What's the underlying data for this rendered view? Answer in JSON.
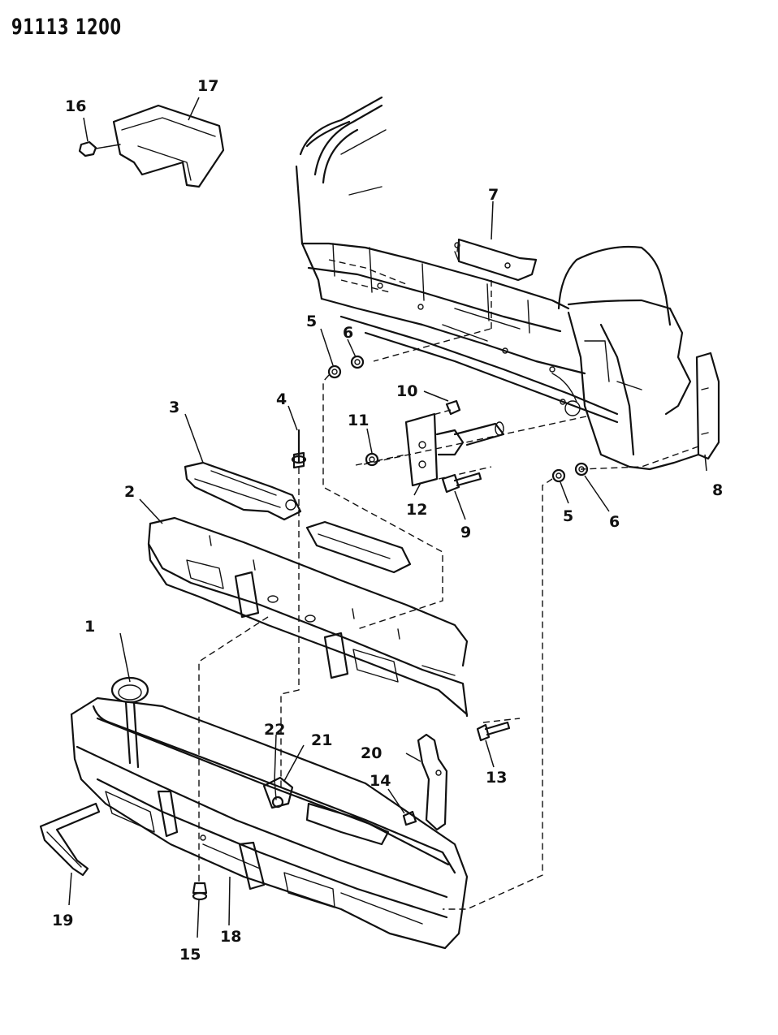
{
  "diagram_id": "91113 1200",
  "callouts": [
    {
      "id": "c1",
      "label": "1"
    },
    {
      "id": "c2",
      "label": "2"
    },
    {
      "id": "c3",
      "label": "3"
    },
    {
      "id": "c4",
      "label": "4"
    },
    {
      "id": "c5a",
      "label": "5"
    },
    {
      "id": "c6a",
      "label": "6"
    },
    {
      "id": "c7",
      "label": "7"
    },
    {
      "id": "c8",
      "label": "8"
    },
    {
      "id": "c9",
      "label": "9"
    },
    {
      "id": "c10",
      "label": "10"
    },
    {
      "id": "c11",
      "label": "11"
    },
    {
      "id": "c12",
      "label": "12"
    },
    {
      "id": "c5b",
      "label": "5"
    },
    {
      "id": "c6b",
      "label": "6"
    },
    {
      "id": "c13",
      "label": "13"
    },
    {
      "id": "c14",
      "label": "14"
    },
    {
      "id": "c15",
      "label": "15"
    },
    {
      "id": "c16",
      "label": "16"
    },
    {
      "id": "c17",
      "label": "17"
    },
    {
      "id": "c18",
      "label": "18"
    },
    {
      "id": "c19",
      "label": "19"
    },
    {
      "id": "c20",
      "label": "20"
    },
    {
      "id": "c21",
      "label": "21"
    },
    {
      "id": "c22",
      "label": "22"
    }
  ]
}
